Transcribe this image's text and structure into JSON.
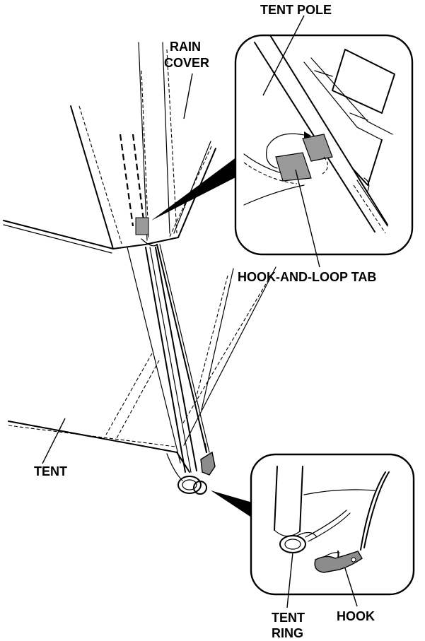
{
  "labels": {
    "tent_pole": "TENT POLE",
    "rain_cover_line1": "RAIN",
    "rain_cover_line2": "COVER",
    "hook_and_loop_tab": "HOOK-AND-LOOP TAB",
    "tent": "TENT",
    "tent_ring_line1": "TENT",
    "tent_ring_line2": "RING",
    "hook": "HOOK"
  },
  "colors": {
    "line": "#000000",
    "fill_tab": "#9a9a9a",
    "fill_hook": "#8c8c8c",
    "background": "#ffffff"
  }
}
